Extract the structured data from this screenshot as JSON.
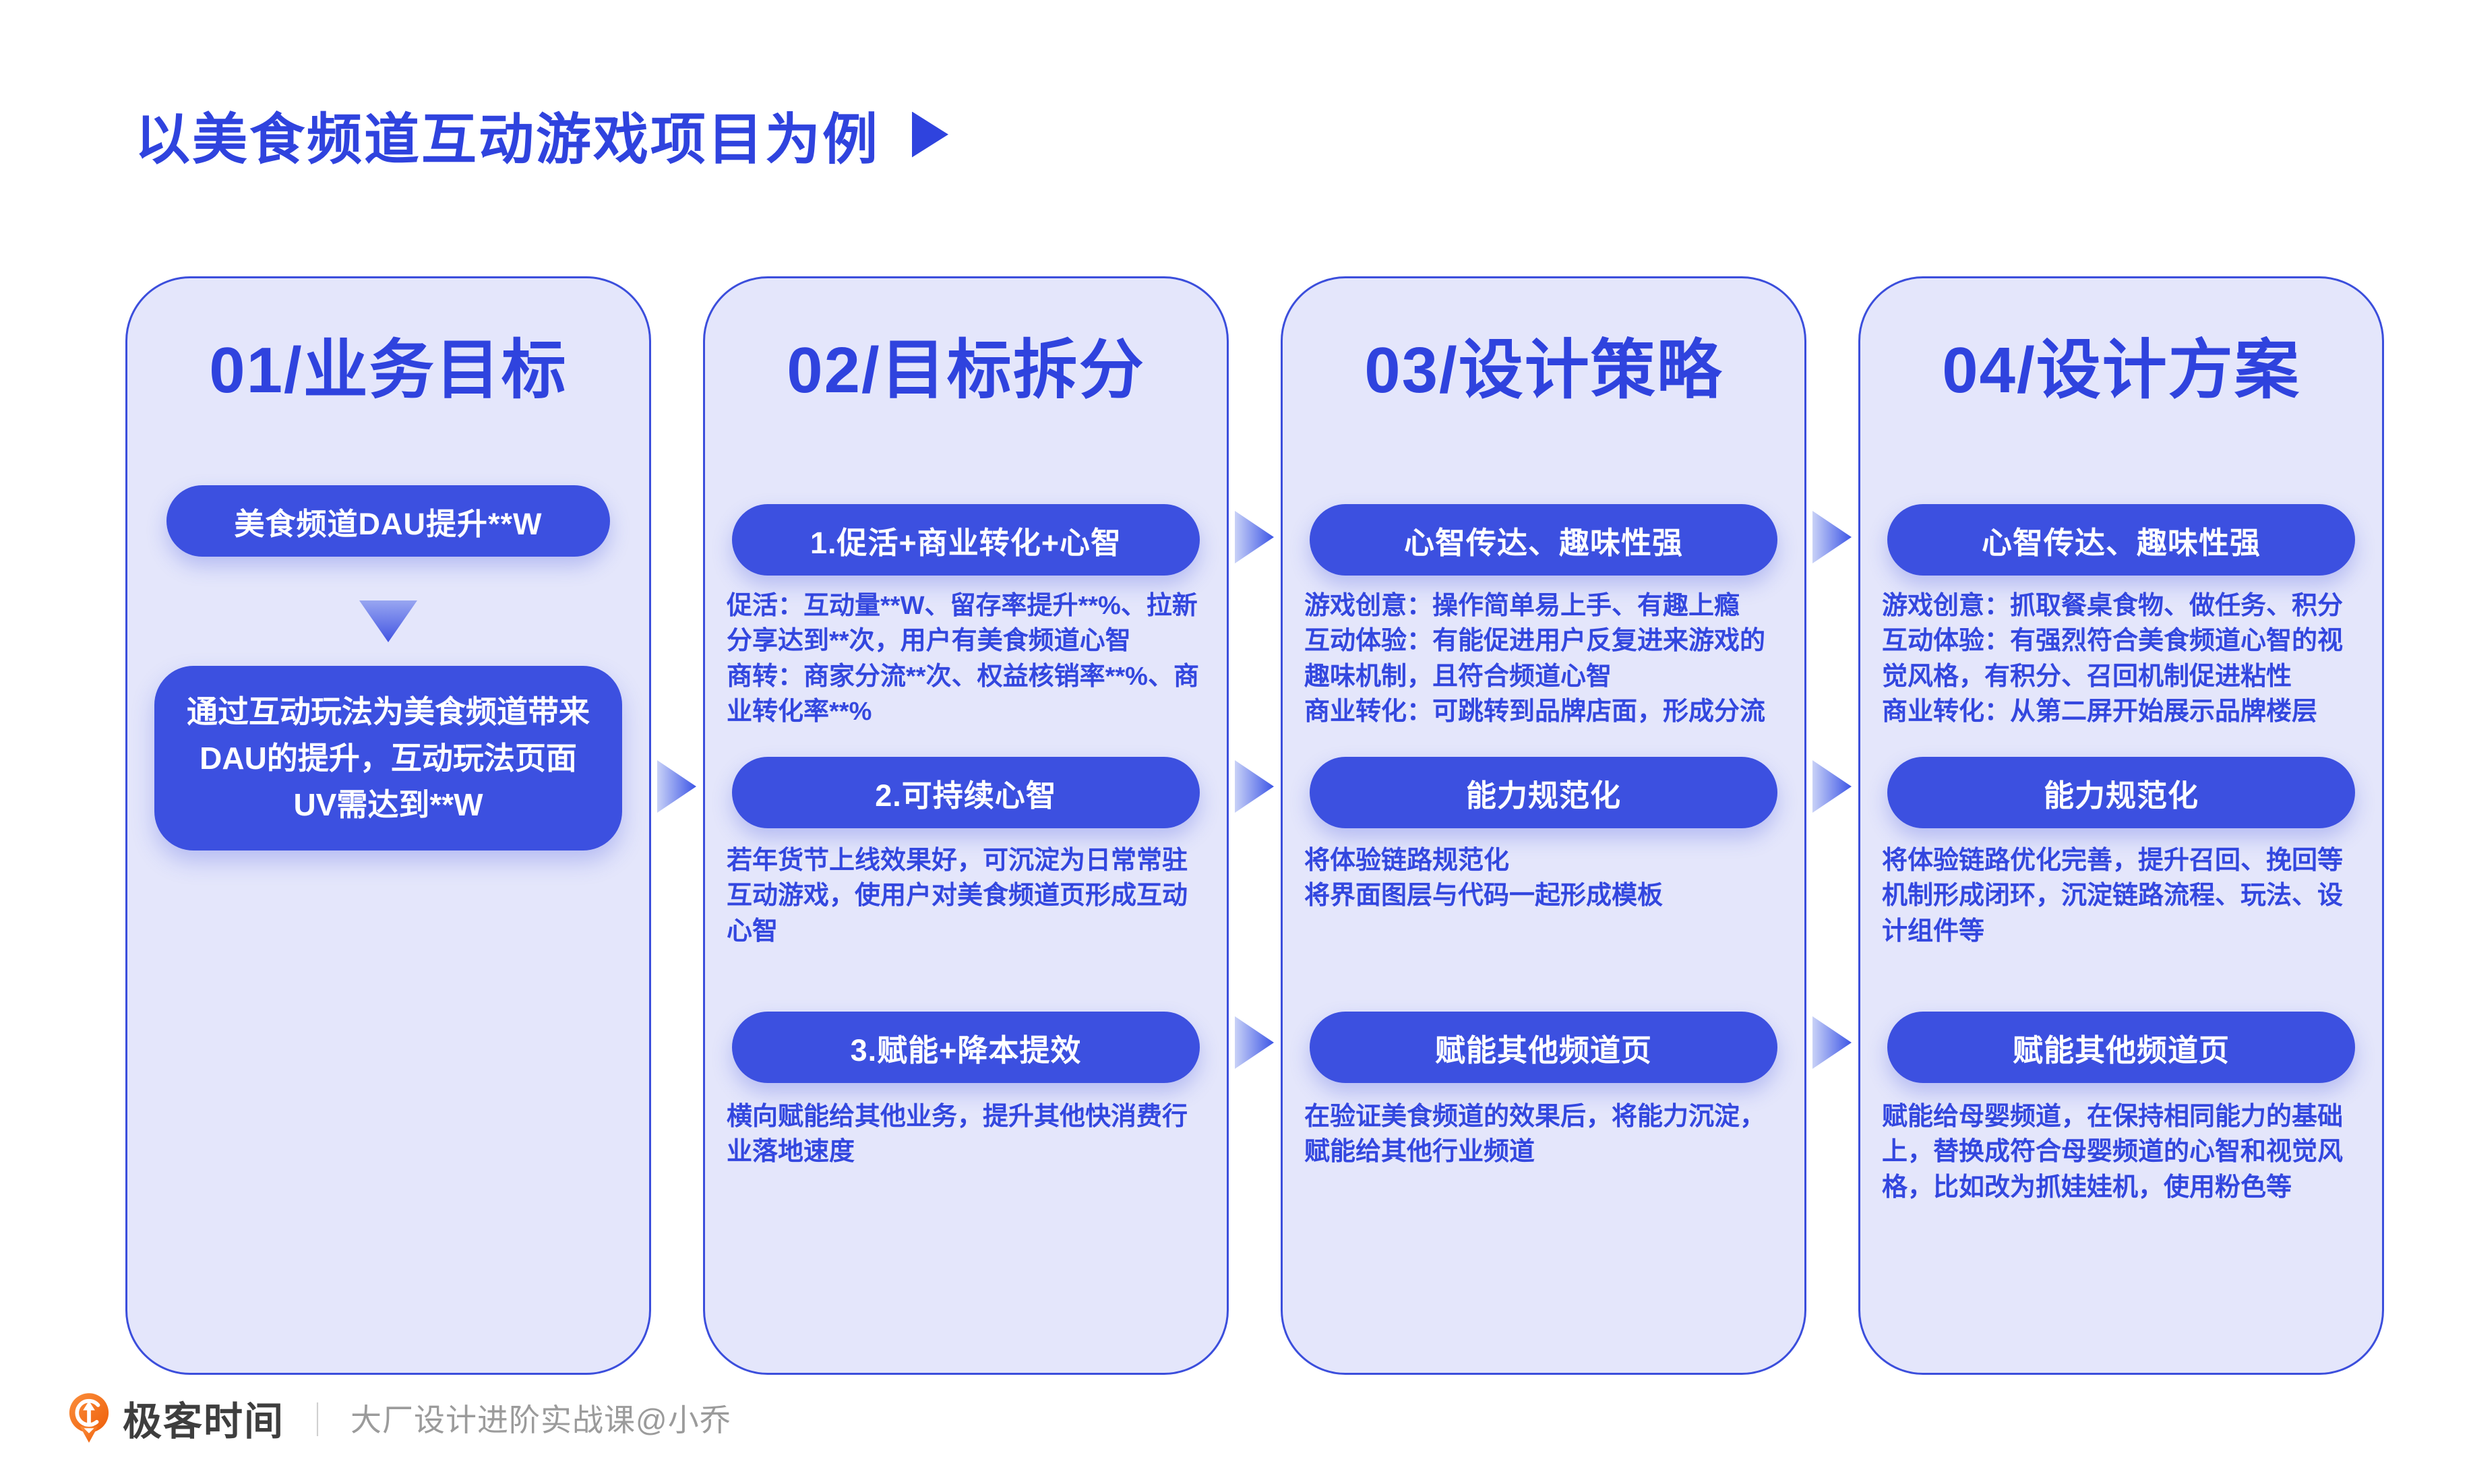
{
  "page": {
    "title": "以美食频道互动游戏项目为例",
    "colors": {
      "accent_blue": "#2f43de",
      "pill_blue": "#3c50e0",
      "card_bg": "#e4e6fb",
      "card_border": "#3b4edc",
      "page_bg": "#ffffff",
      "logo_orange": "#ee5e09",
      "footer_gray": "#9b9b9b"
    },
    "icons": {
      "title_arrow": "play-triangle-icon",
      "flow_arrow": "right-triangle-icon",
      "down_arrow": "down-triangle-icon",
      "logo": "geektime-logo"
    }
  },
  "columns": [
    {
      "header": "01/业务目标",
      "pill": "美食频道DAU提升**W",
      "goal": "通过互动玩法为美食频道带来DAU的提升，互动玩法页面UV需达到**W"
    },
    {
      "header": "02/目标拆分",
      "rows": [
        {
          "pill": "1.促活+商业转化+心智",
          "desc": "促活：互动量**W、留存率提升**%、拉新分享达到**次，用户有美食频道心智\n商转：商家分流**次、权益核销率**%、商业转化率**%"
        },
        {
          "pill": "2.可持续心智",
          "desc": "若年货节上线效果好，可沉淀为日常常驻互动游戏，使用户对美食频道页形成互动心智"
        },
        {
          "pill": "3.赋能+降本提效",
          "desc": "横向赋能给其他业务，提升其他快消费行业落地速度"
        }
      ]
    },
    {
      "header": "03/设计策略",
      "rows": [
        {
          "pill": "心智传达、趣味性强",
          "desc": "游戏创意：操作简单易上手、有趣上瘾\n互动体验：有能促进用户反复进来游戏的趣味机制，且符合频道心智\n商业转化：可跳转到品牌店面，形成分流"
        },
        {
          "pill": "能力规范化",
          "desc": "将体验链路规范化\n将界面图层与代码一起形成模板"
        },
        {
          "pill": "赋能其他频道页",
          "desc": "在验证美食频道的效果后，将能力沉淀，赋能给其他行业频道"
        }
      ]
    },
    {
      "header": "04/设计方案",
      "rows": [
        {
          "pill": "心智传达、趣味性强",
          "desc": "游戏创意：抓取餐桌食物、做任务、积分\n互动体验：有强烈符合美食频道心智的视觉风格，有积分、召回机制促进粘性\n商业转化：从第二屏开始展示品牌楼层"
        },
        {
          "pill": "能力规范化",
          "desc": "将体验链路优化完善，提升召回、挽回等机制形成闭环，沉淀链路流程、玩法、设计组件等"
        },
        {
          "pill": "赋能其他频道页",
          "desc": "赋能给母婴频道，在保持相同能力的基础上，替换成符合母婴频道的心智和视觉风格，比如改为抓娃娃机，使用粉色等"
        }
      ]
    }
  ],
  "footer": {
    "brand": "极客时间",
    "separator": "｜",
    "course": "大厂设计进阶实战课@小乔"
  }
}
